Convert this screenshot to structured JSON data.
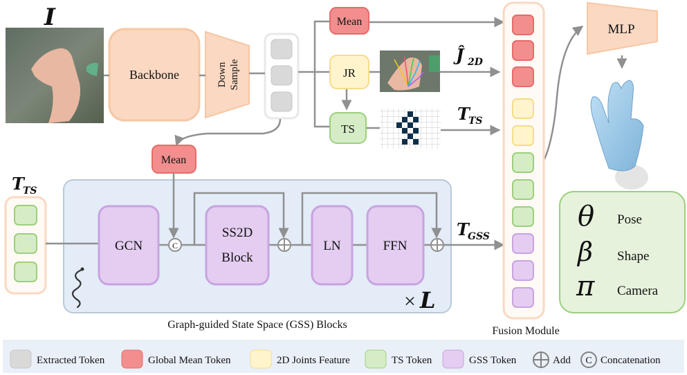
{
  "input_image": {
    "symbol": "I"
  },
  "backbone": {
    "label": "Backbone"
  },
  "downsample": {
    "line1": "Down",
    "line2": "Sample"
  },
  "mean_top": {
    "label": "Mean"
  },
  "mean_mid": {
    "label": "Mean"
  },
  "jr": {
    "label": "JR"
  },
  "ts": {
    "label": "TS"
  },
  "outputs": {
    "j2d": {
      "symbol": "Ĵ",
      "sub": "2D"
    },
    "tts": {
      "symbol": "T",
      "sub": "TS"
    },
    "tgss": {
      "symbol": "T",
      "sub": "GSS"
    }
  },
  "left_tokens": {
    "symbol": "T",
    "sub": "TS"
  },
  "gss_block": {
    "gcn": "GCN",
    "ss2d_line1": "SS2D",
    "ss2d_line2": "Block",
    "ln": "LN",
    "ffn": "FFN",
    "concat_symbol": "C",
    "repeat_times": "×",
    "repeat_symbol": "L",
    "caption": "Graph-guided State Space (GSS) Blocks"
  },
  "fusion": {
    "caption": "Fusion Module"
  },
  "mlp": {
    "label": "MLP"
  },
  "params": {
    "pose": {
      "symbol": "θ",
      "label": "Pose"
    },
    "shape": {
      "symbol": "β",
      "label": "Shape"
    },
    "camera": {
      "symbol": "π",
      "label": "Camera"
    }
  },
  "legend": {
    "extracted": "Extracted Token",
    "global_mean": "Global Mean Token",
    "joints2d": "2D Joints Feature",
    "ts_token": "TS Token",
    "gss_token": "GSS Token",
    "add": "Add",
    "concat_symbol": "C",
    "concat": "Concatenation"
  },
  "colors": {
    "orange_fill": "#fad8c2",
    "orange_border": "#f7c7a3",
    "red_fill": "#f28e8e",
    "yellow_fill": "#fff4cc",
    "green_fill": "#d6ecc6",
    "purple_fill": "#e4cdf1",
    "gray_fill": "#d9d9d9",
    "gss_panel": "#e3ecf7"
  }
}
